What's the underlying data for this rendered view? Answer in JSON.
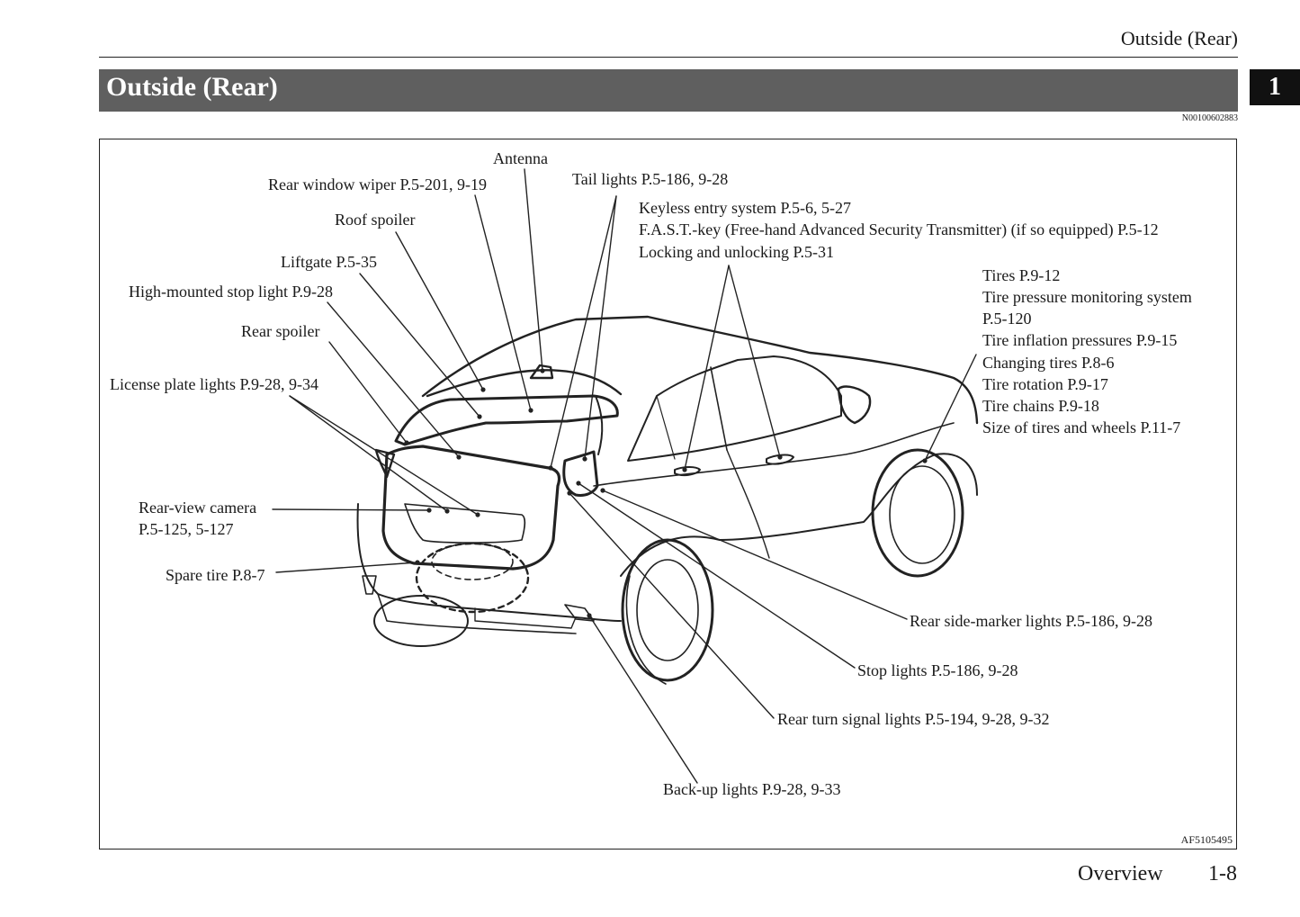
{
  "header": {
    "running_title": "Outside (Rear)",
    "section_title": "Outside (Rear)",
    "chapter_number": "1",
    "document_code": "N00100602883"
  },
  "figure": {
    "figure_code": "AF5105495",
    "labels": {
      "antenna": "Antenna",
      "rear_window_wiper": "Rear window wiper P.5-201, 9-19",
      "tail_lights": "Tail lights P.5-186, 9-28",
      "keyless_entry": "Keyless entry system P.5-6, 5-27",
      "fast_key": "F.A.S.T.-key (Free-hand Advanced Security Transmitter) (if so equipped) P.5-12",
      "locking_unlocking": "Locking and unlocking P.5-31",
      "roof_spoiler": "Roof spoiler",
      "liftgate": "Liftgate P.5-35",
      "high_mounted_stop_light": "High-mounted stop light P.9-28",
      "rear_spoiler": "Rear spoiler",
      "license_plate_lights": "License plate lights P.9-28, 9-34",
      "rear_view_camera_1": "Rear-view camera",
      "rear_view_camera_2": "P.5-125, 5-127",
      "spare_tire": "Spare tire P.8-7",
      "tires": [
        "Tires P.9-12",
        "Tire pressure monitoring system",
        "P.5-120",
        "Tire inflation pressures P.9-15",
        "Changing tires P.8-6",
        "Tire rotation P.9-17",
        "Tire chains P.9-18",
        "Size of tires and wheels P.11-7"
      ],
      "rear_side_marker_lights": "Rear side-marker lights P.5-186, 9-28",
      "stop_lights": "Stop lights P.5-186, 9-28",
      "rear_turn_signal_lights": "Rear turn signal lights P.5-194, 9-28, 9-32",
      "backup_lights": "Back-up lights P.9-28, 9-33"
    }
  },
  "footer": {
    "section": "Overview",
    "page": "1-8"
  }
}
